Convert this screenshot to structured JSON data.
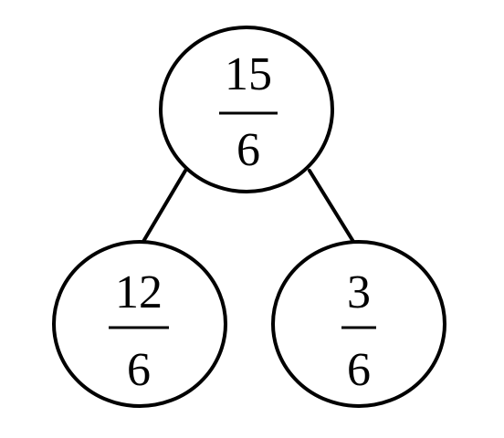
{
  "diagram": {
    "root": {
      "numerator": "15",
      "denominator": "6"
    },
    "left_child": {
      "numerator": "12",
      "denominator": "6"
    },
    "right_child": {
      "numerator": "3",
      "denominator": "6"
    }
  },
  "colors": {
    "stroke": "#000000",
    "background": "#ffffff"
  }
}
